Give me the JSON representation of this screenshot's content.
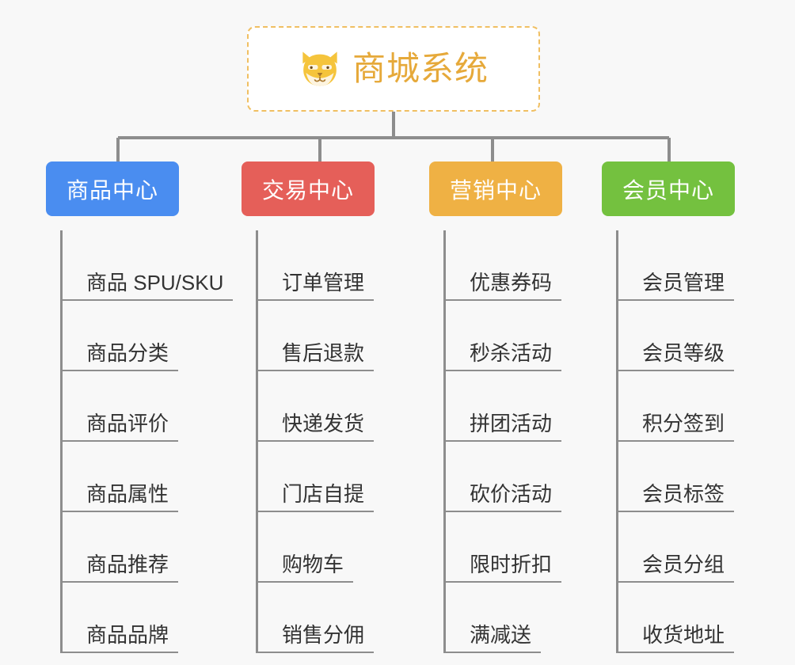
{
  "page": {
    "background_color": "#f8f8f8",
    "type": "mindmap"
  },
  "root": {
    "title": "商城系统",
    "icon": "shiba-dog-emoji",
    "text_color": "#e6a93a",
    "border_color": "#f0bf62",
    "background_color": "#ffffff"
  },
  "connector": {
    "color": "#8d8d8d"
  },
  "branches": [
    {
      "title": "商品中心",
      "color": "#4a8df0",
      "items": [
        "商品 SPU/SKU",
        "商品分类",
        "商品评价",
        "商品属性",
        "商品推荐",
        "商品品牌"
      ]
    },
    {
      "title": "交易中心",
      "color": "#e55f59",
      "items": [
        "订单管理",
        "售后退款",
        "快递发货",
        "门店自提",
        "购物车",
        "销售分佣"
      ]
    },
    {
      "title": "营销中心",
      "color": "#efb144",
      "items": [
        "优惠券码",
        "秒杀活动",
        "拼团活动",
        "砍价活动",
        "限时折扣",
        "满减送"
      ]
    },
    {
      "title": "会员中心",
      "color": "#74c13f",
      "items": [
        "会员管理",
        "会员等级",
        "积分签到",
        "会员标签",
        "会员分组",
        "收货地址"
      ]
    }
  ]
}
